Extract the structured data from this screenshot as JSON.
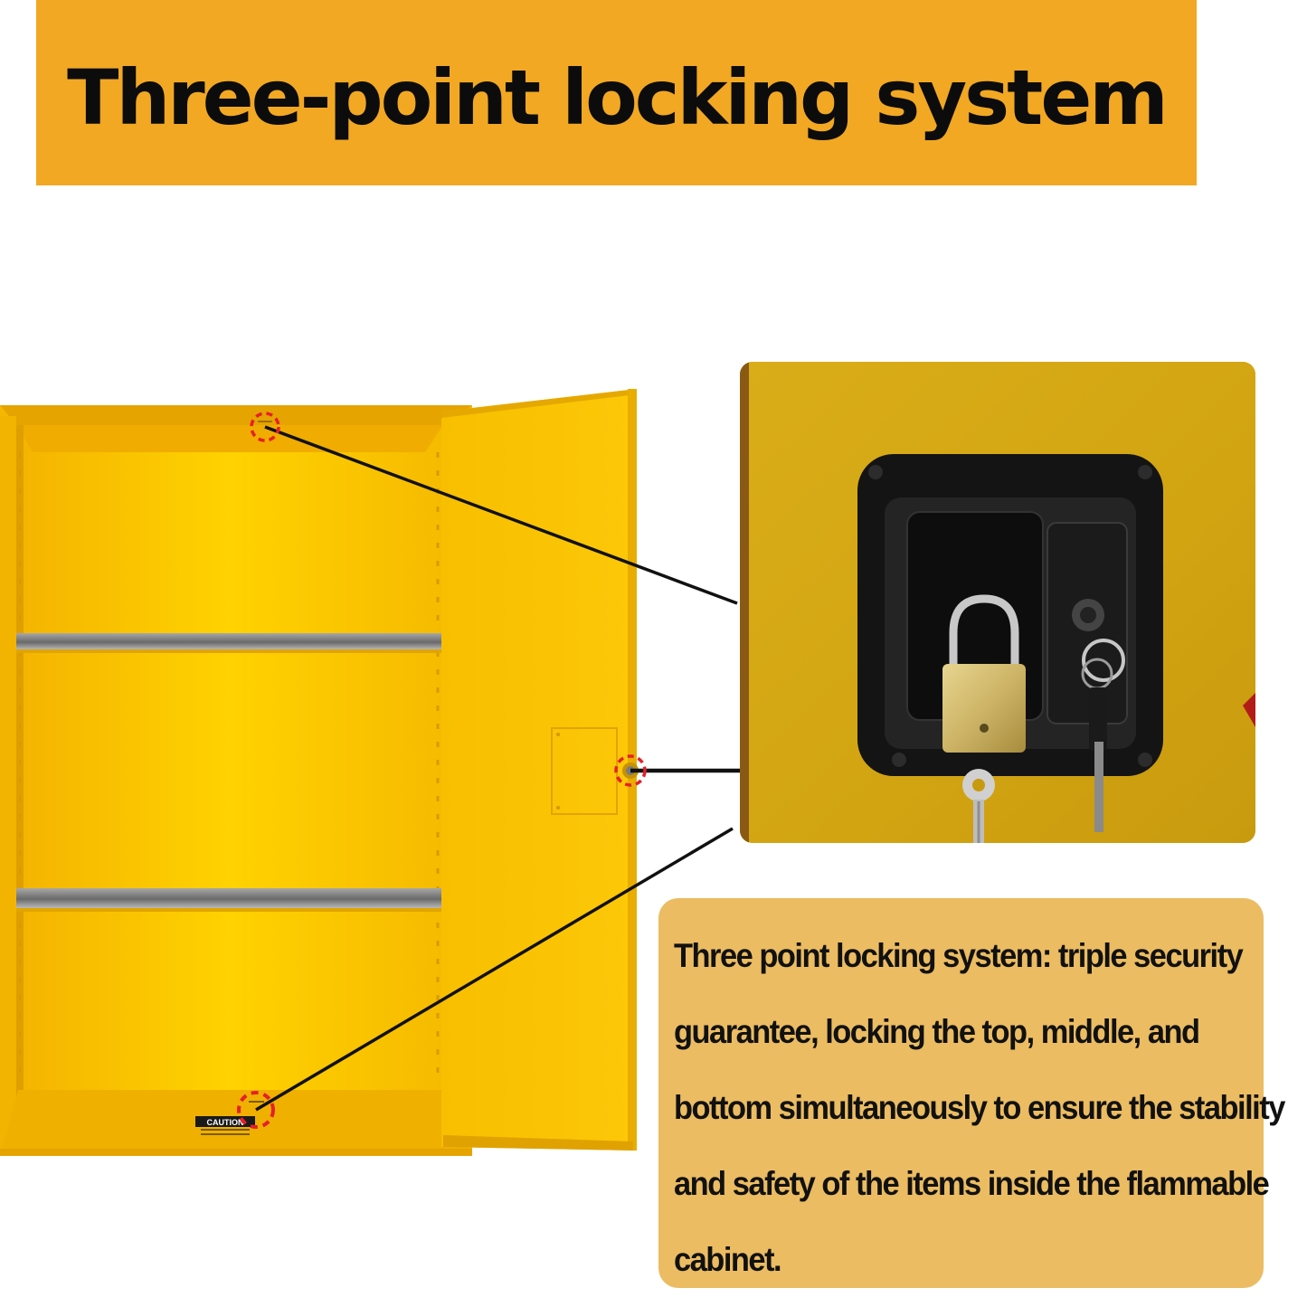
{
  "header": {
    "title": "Three-point locking system"
  },
  "description": {
    "lines": [
      "Three point locking system: triple security",
      "guarantee, locking the top, middle, and",
      "bottom simultaneously to ensure the stability",
      "and safety of the items inside the flammable",
      "cabinet."
    ]
  },
  "cabinet": {
    "caution_label": "CAUTION",
    "lock_points": [
      "top",
      "middle",
      "bottom"
    ]
  },
  "colors": {
    "banner": "#f2a823",
    "cabinet_yellow": "#fcc20a",
    "callout_box": "#ebbc62",
    "marker_red": "#e4202a"
  }
}
